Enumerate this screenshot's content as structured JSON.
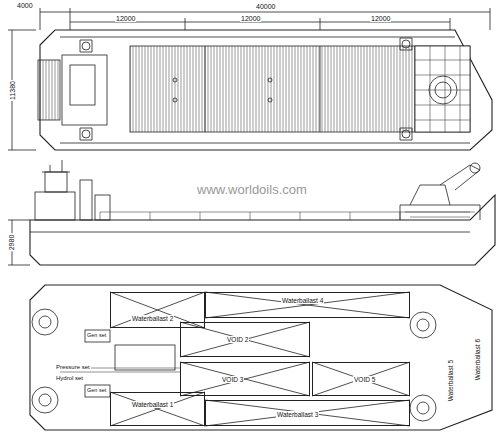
{
  "diagram": {
    "nodes": [
      {
        "text": [
          "Waterballast 2"
        ]
      },
      {
        "text": [
          "Waterballast 4"
        ]
      },
      {
        "text": [
          "VOID 2"
        ]
      },
      {
        "text": [
          "VOID 3"
        ]
      },
      {
        "text": [
          "VOID 5"
        ]
      },
      {
        "text": [
          "Waterballast 1"
        ]
      },
      {
        "text": [
          "Waterballast 3"
        ]
      },
      {
        "text": [
          "Waterballast 5"
        ]
      },
      {
        "text": [
          "Waterballast 6"
        ]
      }
    ],
    "labels": [
      "4000",
      "40000",
      "12000",
      "12000",
      "12000",
      "11380",
      "2980",
      "www.worldoils.com",
      "Pressure set",
      "Hydrol set",
      "Gen set",
      "Gen set"
    ]
  }
}
